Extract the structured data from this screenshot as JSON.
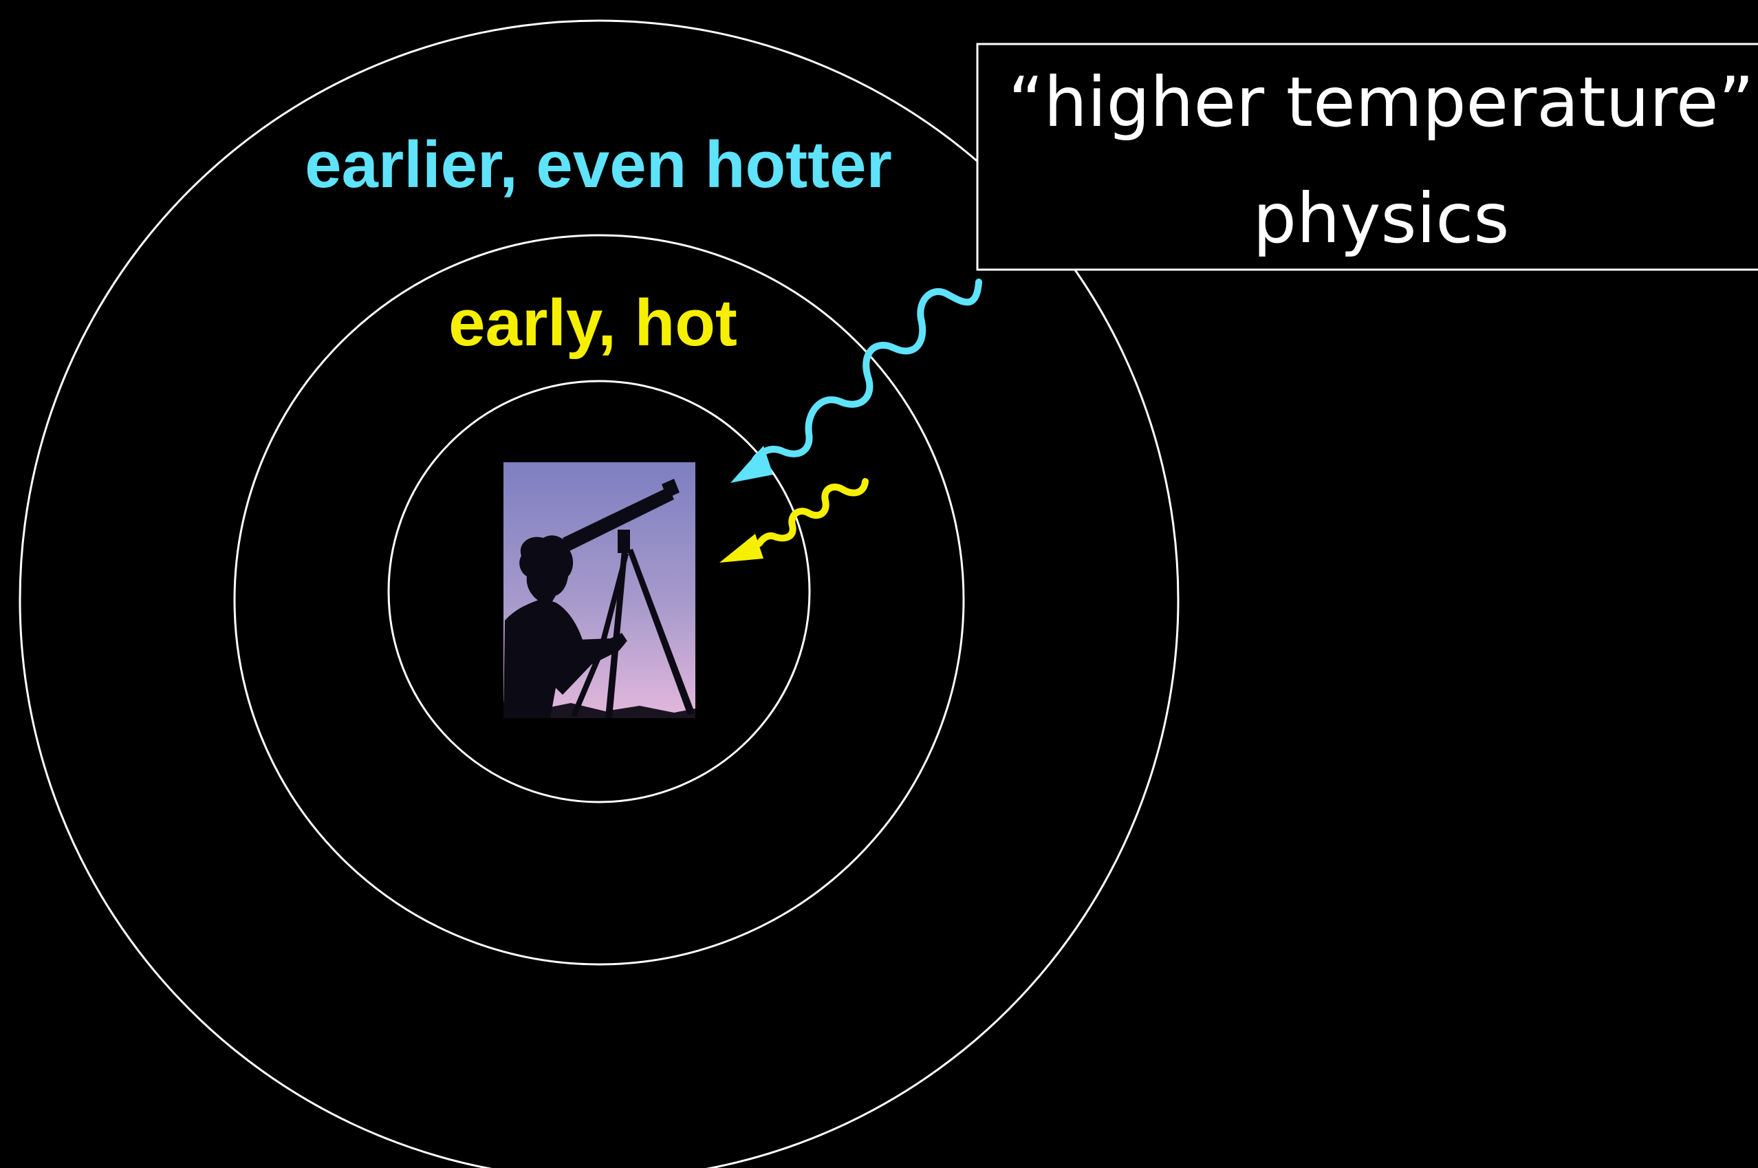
{
  "labels": {
    "outer_ring": "earlier, even hotter",
    "middle_ring": "early, hot",
    "box_line1": "“higher temperature”",
    "box_line2": "physics"
  },
  "colors": {
    "background": "#000000",
    "rings": "#ffffff",
    "outer_label": "#5fe3fb",
    "middle_label": "#f6f000",
    "cyan_arrow": "#5fe3fb",
    "yellow_arrow": "#f6f000",
    "box_border": "#ffffff",
    "box_text": "#ffffff"
  },
  "icons": {
    "photo": "astronomer-telescope-silhouette",
    "cyan_arrow": "wavy-arrow",
    "yellow_arrow": "wavy-arrow"
  }
}
